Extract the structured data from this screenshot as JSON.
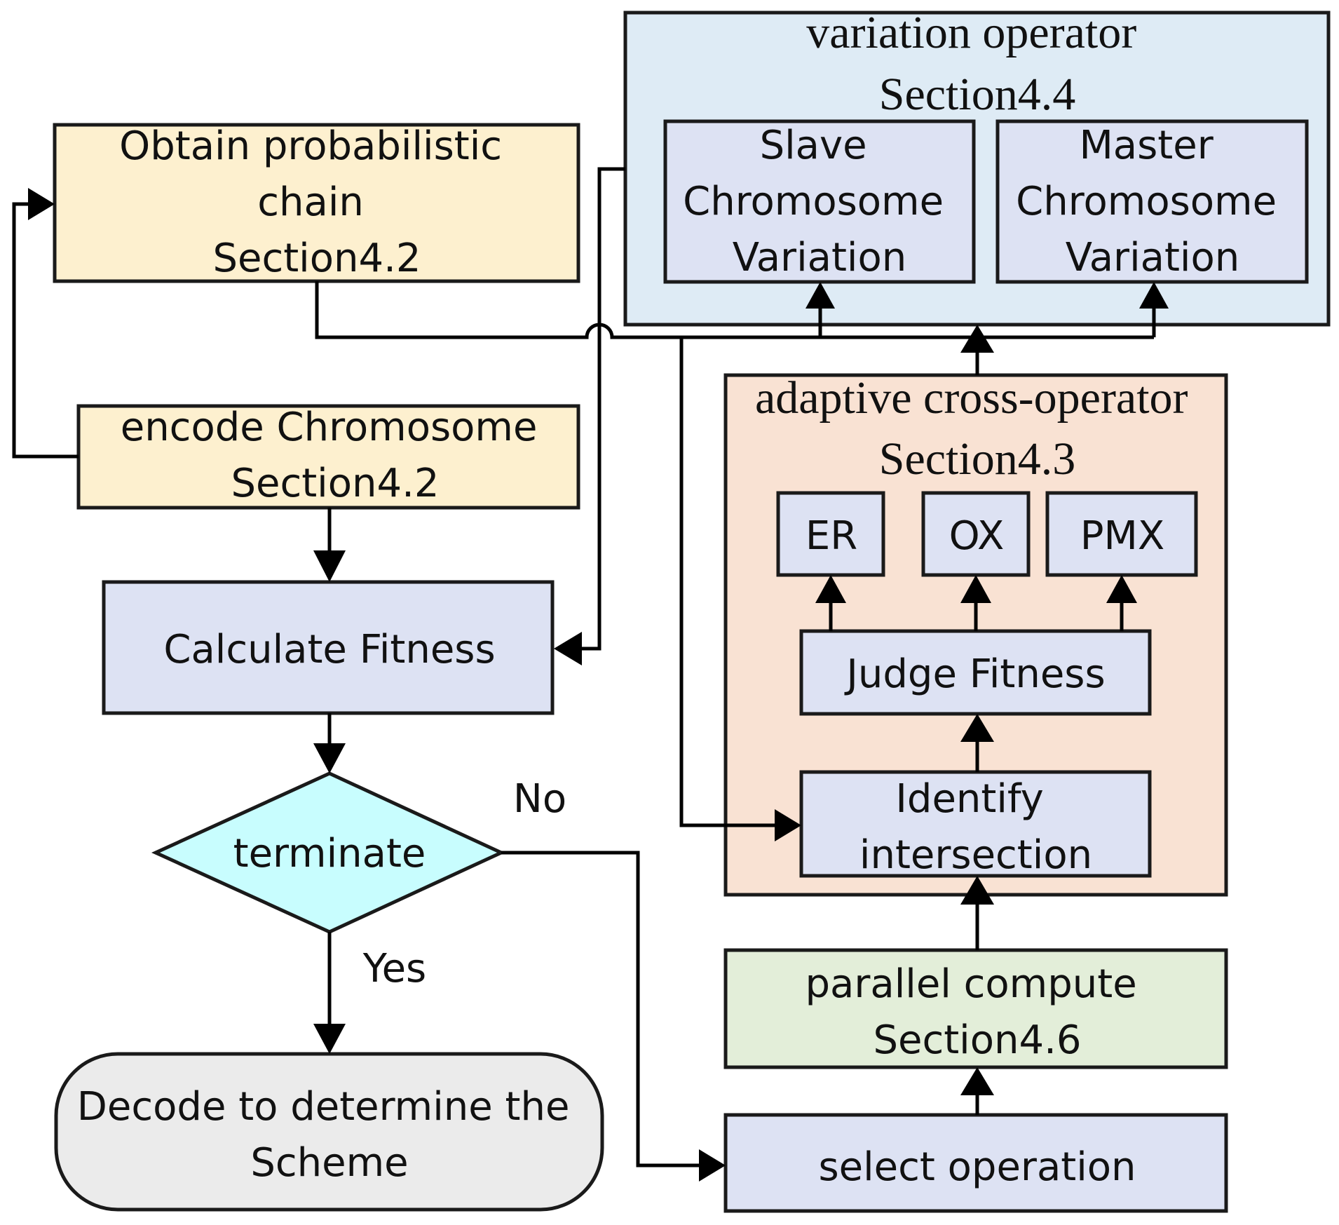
{
  "colors": {
    "yellow": "#fdf0cf",
    "blue_process": "#dde2f3",
    "variation_panel": "#deebf5",
    "cross_panel": "#f9e2d3",
    "parallel": "#e3eed9",
    "decision": "#c8fdfe",
    "terminal": "#ebebeb"
  },
  "nodes": {
    "obtain_chain": [
      "Obtain probabilistic",
      "chain",
      "Section4.2"
    ],
    "encode": [
      "encode Chromosome",
      "Section4.2"
    ],
    "calc_fitness": [
      "Calculate Fitness"
    ],
    "terminate": [
      "terminate"
    ],
    "decode": [
      "Decode to determine the",
      "Scheme"
    ],
    "variation_operator": [
      "variation operator",
      "Section4.4"
    ],
    "slave_variation": [
      "Slave",
      "Chromosome",
      "Variation"
    ],
    "master_variation": [
      "Master",
      "Chromosome",
      "Variation"
    ],
    "cross_operator": [
      "adaptive cross-operator",
      "Section4.3"
    ],
    "er": [
      "ER"
    ],
    "ox": [
      "OX"
    ],
    "pmx": [
      "PMX"
    ],
    "judge_fitness": [
      "Judge Fitness"
    ],
    "identify": [
      "Identify",
      "intersection"
    ],
    "parallel": [
      "parallel compute",
      "Section4.6"
    ],
    "select": [
      "select operation"
    ]
  },
  "edge_labels": {
    "no": "No",
    "yes": "Yes"
  }
}
